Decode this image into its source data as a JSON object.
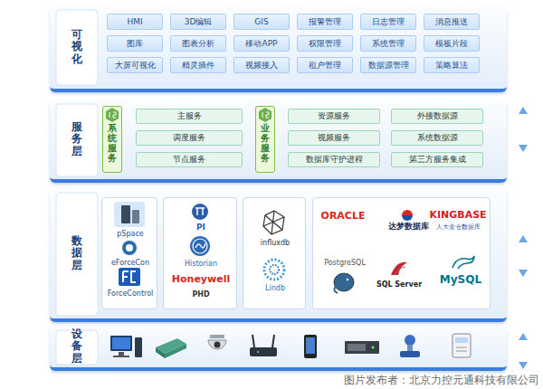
{
  "diagram": {
    "nodes": [
      {
        "text": [
          "可视化"
        ]
      },
      {
        "text": [
          "HMI"
        ],
        "in": 0
      },
      {
        "text": [
          "3D编辑"
        ],
        "in": 0
      },
      {
        "text": [
          "GIS"
        ],
        "in": 0
      },
      {
        "text": [
          "报警管理"
        ],
        "in": 0
      },
      {
        "text": [
          "日志管理"
        ],
        "in": 0
      },
      {
        "text": [
          "消息推送"
        ],
        "in": 0
      },
      {
        "text": [
          "图库"
        ],
        "in": 0
      },
      {
        "text": [
          "图表分析"
        ],
        "in": 0
      },
      {
        "text": [
          "移动APP"
        ],
        "in": 0
      },
      {
        "text": [
          "权限管理"
        ],
        "in": 0
      },
      {
        "text": [
          "系统管理"
        ],
        "in": 0
      },
      {
        "text": [
          "模板片段"
        ],
        "in": 0
      },
      {
        "text": [
          "大屏可视化"
        ],
        "in": 0
      },
      {
        "text": [
          "精灵插件"
        ],
        "in": 0
      },
      {
        "text": [
          "视频接入"
        ],
        "in": 0
      },
      {
        "text": [
          "租户管理"
        ],
        "in": 0
      },
      {
        "text": [
          "数据源管理"
        ],
        "in": 0
      },
      {
        "text": [
          "策略算法"
        ],
        "in": 0
      },
      {
        "text": [
          "服务层"
        ]
      },
      {
        "text": [
          "系统服务"
        ],
        "in": 19
      },
      {
        "text": [
          "主服务"
        ],
        "in": 19
      },
      {
        "text": [
          "调度服务"
        ],
        "in": 19
      },
      {
        "text": [
          "节点服务"
        ],
        "in": 19
      },
      {
        "text": [
          "业务服务"
        ],
        "in": 19
      },
      {
        "text": [
          "资源服务"
        ],
        "in": 19
      },
      {
        "text": [
          "外接数据源"
        ],
        "in": 19
      },
      {
        "text": [
          "视频服务"
        ],
        "in": 19
      },
      {
        "text": [
          "系统数据源"
        ],
        "in": 19
      },
      {
        "text": [
          "数据库守护进程"
        ],
        "in": 19
      },
      {
        "text": [
          "第三方服务集成"
        ],
        "in": 19
      },
      {
        "text": [
          "数据层"
        ]
      },
      {
        "text": [
          "pSpace",
          "eForceCon",
          "ForceControl"
        ],
        "in": 31
      },
      {
        "text": [
          "PI",
          "Historian",
          "Honeywell",
          "PHD"
        ],
        "in": 31
      },
      {
        "text": [
          "influxdb",
          "Lindb"
        ],
        "in": 31
      },
      {
        "text": [
          "ORACLE",
          "达梦数据库",
          "KINGBASE",
          "人大金仓数据库",
          "PostgreSQL",
          "SQL Server",
          "MySQL"
        ],
        "in": 31
      },
      {
        "text": [
          "设备层"
        ]
      }
    ],
    "labels": [
      "图片发布者：北京力控元通科技有限公司"
    ]
  }
}
